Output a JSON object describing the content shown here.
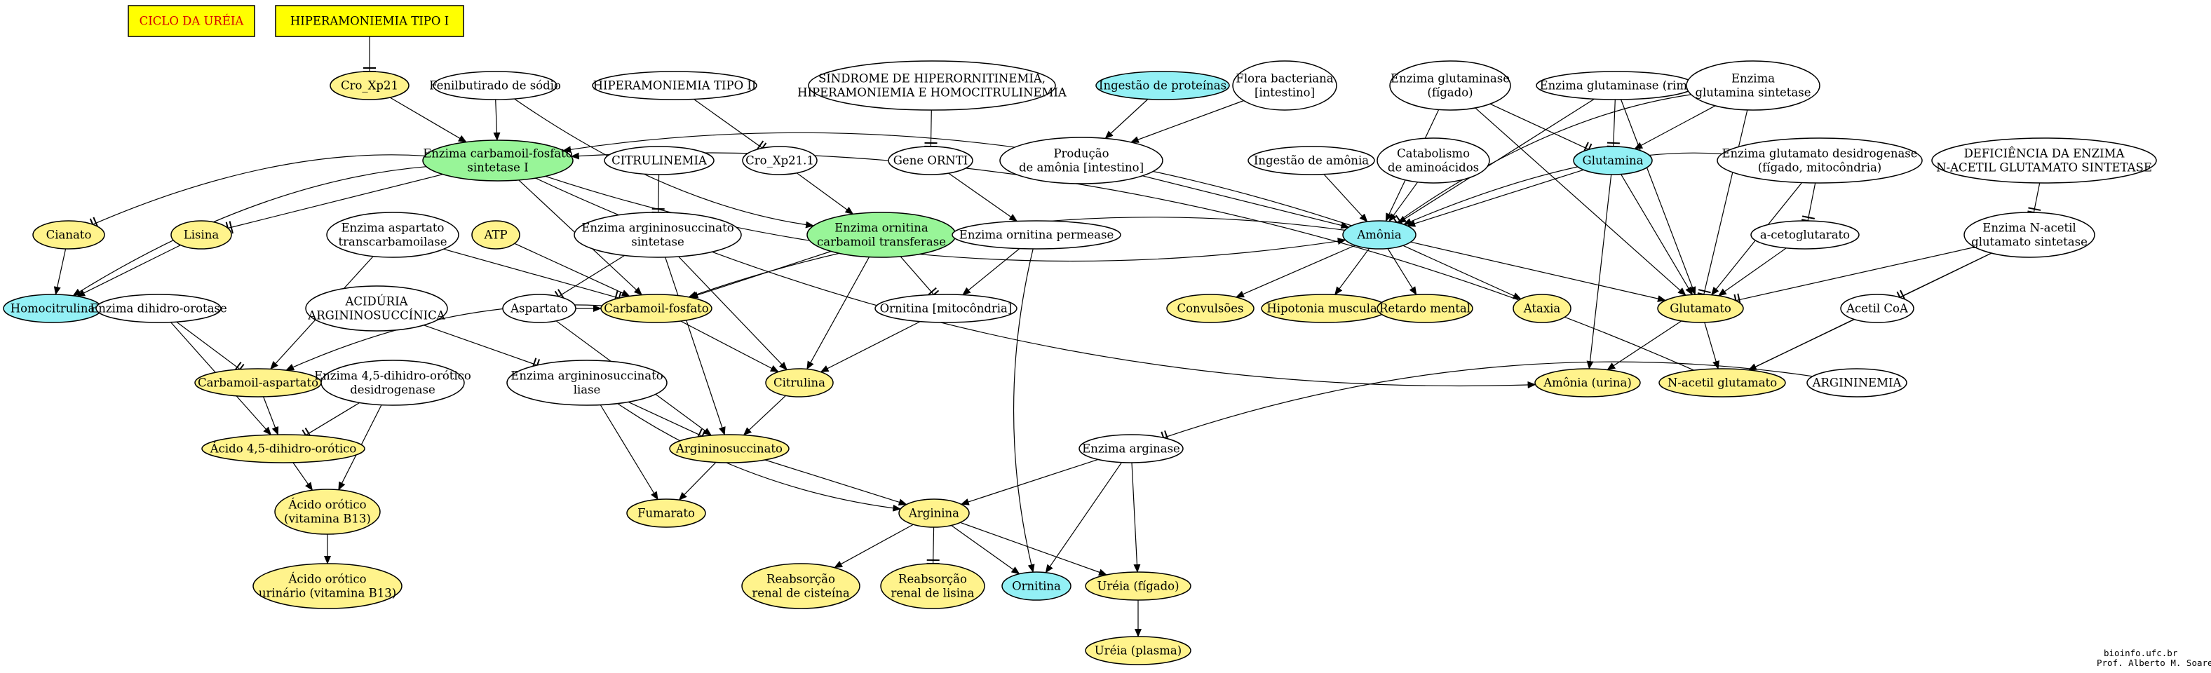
{
  "colors": {
    "yellow": "#fff38c",
    "green": "#98f598",
    "cyan": "#93f0f5",
    "white": "#ffffff",
    "title_text": "#d40000",
    "title_box": "#ffff00"
  },
  "nodes": [
    {
      "id": "ciclo",
      "lines": [
        "CICLO DA URÉIA"
      ],
      "shape": "box",
      "fill": "title_box",
      "text_color": "red"
    },
    {
      "id": "hiper1",
      "lines": [
        "HIPERAMONIEMIA TIPO I"
      ],
      "shape": "box",
      "fill": "title_box",
      "text_color": "black"
    },
    {
      "id": "cro21",
      "lines": [
        "Cro_Xp21"
      ],
      "fill": "yellow"
    },
    {
      "id": "fenil",
      "lines": [
        "Fenilbutirado de sódio"
      ],
      "fill": "white"
    },
    {
      "id": "hiper2",
      "lines": [
        "HIPERAMONIEMIA TIPO II"
      ],
      "fill": "white"
    },
    {
      "id": "sindrome",
      "lines": [
        "SÍNDROME DE HIPERORNITINEMIA,",
        "HIPERAMONIEMIA E HOMOCITRULINEMIA"
      ],
      "fill": "white"
    },
    {
      "id": "ingprot",
      "lines": [
        "Ingestão de proteínas"
      ],
      "fill": "cyan"
    },
    {
      "id": "flora",
      "lines": [
        "Flora bacteriana",
        "[intestino]"
      ],
      "fill": "white"
    },
    {
      "id": "glutfig",
      "lines": [
        "Enzima glutaminase",
        "(fígado)"
      ],
      "fill": "white"
    },
    {
      "id": "glutrim",
      "lines": [
        "Enzima glutaminase (rim)"
      ],
      "fill": "white"
    },
    {
      "id": "glutsin",
      "lines": [
        "Enzima",
        "glutamina sintetase"
      ],
      "fill": "white"
    },
    {
      "id": "cps",
      "lines": [
        "Enzima carbamoil-fosfato",
        "sintetase I"
      ],
      "fill": "green"
    },
    {
      "id": "citrulinemia",
      "lines": [
        "CITRULINEMIA"
      ],
      "fill": "white"
    },
    {
      "id": "cro211",
      "lines": [
        "Cro_Xp21.1"
      ],
      "fill": "white"
    },
    {
      "id": "geneornti",
      "lines": [
        "Gene ORNTI"
      ],
      "fill": "white"
    },
    {
      "id": "prodam",
      "lines": [
        "Produção",
        "de amônia [intestino]"
      ],
      "fill": "white"
    },
    {
      "id": "ingam",
      "lines": [
        "Ingestão de amônia"
      ],
      "fill": "white"
    },
    {
      "id": "catab",
      "lines": [
        "Catabolismo",
        "de aminoácidos"
      ],
      "fill": "white"
    },
    {
      "id": "glutamina",
      "lines": [
        "Glutamina"
      ],
      "fill": "cyan"
    },
    {
      "id": "gdh",
      "lines": [
        "Enzima glutamato desidrogenase",
        "(fígado, mitocôndria)"
      ],
      "fill": "white"
    },
    {
      "id": "deficiencia",
      "lines": [
        "DEFICIÊNCIA DA ENZIMA",
        "N-ACETIL GLUTAMATO SINTETASE"
      ],
      "fill": "white"
    },
    {
      "id": "cianato",
      "lines": [
        "Cianato"
      ],
      "fill": "yellow"
    },
    {
      "id": "lisina",
      "lines": [
        "Lisina"
      ],
      "fill": "yellow"
    },
    {
      "id": "enzasp",
      "lines": [
        "Enzima  aspartato",
        "transcarbamoilase"
      ],
      "fill": "white"
    },
    {
      "id": "atp",
      "lines": [
        "ATP"
      ],
      "fill": "yellow"
    },
    {
      "id": "enzargsin",
      "lines": [
        "Enzima argininosuccinato",
        "sintetase"
      ],
      "fill": "white"
    },
    {
      "id": "otc",
      "lines": [
        "Enzima ornitina",
        "carbamoil transferase"
      ],
      "fill": "green"
    },
    {
      "id": "ornperm",
      "lines": [
        "Enzima ornitina permease"
      ],
      "fill": "white"
    },
    {
      "id": "amonia",
      "lines": [
        "Amônia"
      ],
      "fill": "cyan"
    },
    {
      "id": "aceto",
      "lines": [
        "a-cetoglutarato"
      ],
      "fill": "white"
    },
    {
      "id": "nags",
      "lines": [
        "Enzima N-acetil",
        "glutamato sintetase"
      ],
      "fill": "white"
    },
    {
      "id": "homocit",
      "lines": [
        "Homocitrulina"
      ],
      "fill": "cyan"
    },
    {
      "id": "dihidroor",
      "lines": [
        "Enzima dihidro-orotase"
      ],
      "fill": "white"
    },
    {
      "id": "aciduria",
      "lines": [
        "ACIDÚRIA",
        "ARGININOSUCCÍNICA"
      ],
      "fill": "white"
    },
    {
      "id": "aspartato",
      "lines": [
        "Aspartato"
      ],
      "fill": "white"
    },
    {
      "id": "carbfosf",
      "lines": [
        "Carbamoil-fosfato"
      ],
      "fill": "yellow"
    },
    {
      "id": "ornmit",
      "lines": [
        "Ornitina [mitocôndria]"
      ],
      "fill": "white"
    },
    {
      "id": "convulsoes",
      "lines": [
        "Convulsões"
      ],
      "fill": "yellow"
    },
    {
      "id": "hipotonia",
      "lines": [
        "Hipotonia muscular"
      ],
      "fill": "yellow"
    },
    {
      "id": "retardo",
      "lines": [
        "Retardo mental"
      ],
      "fill": "yellow"
    },
    {
      "id": "ataxia",
      "lines": [
        "Ataxia"
      ],
      "fill": "yellow"
    },
    {
      "id": "glutamato",
      "lines": [
        "Glutamato"
      ],
      "fill": "yellow"
    },
    {
      "id": "acetilcoa",
      "lines": [
        "Acetil CoA"
      ],
      "fill": "white"
    },
    {
      "id": "carbasp",
      "lines": [
        "Carbamoil-aspartato"
      ],
      "fill": "yellow"
    },
    {
      "id": "enz45",
      "lines": [
        "Enzima 4,5-dihidro-orótico",
        "desidrogenase"
      ],
      "fill": "white"
    },
    {
      "id": "enzargliase",
      "lines": [
        "Enzima argininosuccinato",
        "liase"
      ],
      "fill": "white"
    },
    {
      "id": "citrulina",
      "lines": [
        "Citrulina"
      ],
      "fill": "yellow"
    },
    {
      "id": "amurina",
      "lines": [
        "Amônia (urina)"
      ],
      "fill": "yellow"
    },
    {
      "id": "nacetil",
      "lines": [
        "N-acetil glutamato"
      ],
      "fill": "yellow"
    },
    {
      "id": "argininemia",
      "lines": [
        "ARGININEMIA"
      ],
      "fill": "white"
    },
    {
      "id": "acido45",
      "lines": [
        "Ácido 4,5-dihidro-orótico"
      ],
      "fill": "yellow"
    },
    {
      "id": "argsucc",
      "lines": [
        "Argininosuccinato"
      ],
      "fill": "yellow"
    },
    {
      "id": "arginase",
      "lines": [
        "Enzima arginase"
      ],
      "fill": "white"
    },
    {
      "id": "orotico",
      "lines": [
        "Ácido orótico",
        "(vitamina B13)"
      ],
      "fill": "yellow"
    },
    {
      "id": "fumarato",
      "lines": [
        "Fumarato"
      ],
      "fill": "yellow"
    },
    {
      "id": "arginina",
      "lines": [
        "Arginina"
      ],
      "fill": "yellow"
    },
    {
      "id": "oroturin",
      "lines": [
        "Ácido orótico",
        "urinário (vitamina B13)"
      ],
      "fill": "yellow"
    },
    {
      "id": "reabcis",
      "lines": [
        "Reabsorção",
        "renal de cisteína"
      ],
      "fill": "yellow"
    },
    {
      "id": "reablis",
      "lines": [
        "Reabsorção",
        "renal de lisina"
      ],
      "fill": "yellow"
    },
    {
      "id": "ornitina",
      "lines": [
        "Ornitina"
      ],
      "fill": "cyan"
    },
    {
      "id": "ureiafig",
      "lines": [
        "Uréia (fígado)"
      ],
      "fill": "yellow"
    },
    {
      "id": "ureiapla",
      "lines": [
        "Uréia (plasma)"
      ],
      "fill": "yellow"
    }
  ],
  "edges": [
    [
      "hiper1",
      "cro21",
      "inhibit"
    ],
    [
      "cro21",
      "cps",
      "arrow"
    ],
    [
      "fenil",
      "cps",
      "arrow"
    ],
    [
      "hiper2",
      "cro211",
      "inhibit"
    ],
    [
      "cro211",
      "otc",
      "arrow"
    ],
    [
      "sindrome",
      "geneornti",
      "inhibit"
    ],
    [
      "fenil",
      "otc",
      "arrow"
    ],
    [
      "geneornti",
      "ornperm",
      "arrow"
    ],
    [
      "ingprot",
      "prodam",
      "arrow"
    ],
    [
      "flora",
      "prodam",
      "arrow"
    ],
    [
      "prodam",
      "amonia",
      "arrow"
    ],
    [
      "ingam",
      "amonia",
      "arrow"
    ],
    [
      "catab",
      "amonia",
      "arrow"
    ],
    [
      "glutfig",
      "amonia",
      "arrow"
    ],
    [
      "glutfig",
      "glutamato",
      "arrow"
    ],
    [
      "glutfig",
      "glutamina",
      "inhibit"
    ],
    [
      "glutrim",
      "glutamina",
      "inhibit"
    ],
    [
      "glutrim",
      "amonia",
      "arrow"
    ],
    [
      "glutrim",
      "glutamato",
      "arrow"
    ],
    [
      "glutsin",
      "glutamina",
      "arrow"
    ],
    [
      "glutsin",
      "glutamato",
      "inhibit"
    ],
    [
      "glutsin",
      "amonia",
      "inhibit"
    ],
    [
      "glutamina",
      "glutamato",
      "arrow"
    ],
    [
      "glutamina",
      "amurina",
      "arrow"
    ],
    [
      "glutamina",
      "amonia",
      "arrow"
    ],
    [
      "gdh",
      "amonia",
      "arrow"
    ],
    [
      "gdh",
      "glutamato",
      "arrow"
    ],
    [
      "gdh",
      "aceto",
      "inhibit"
    ],
    [
      "aceto",
      "glutamato",
      "arrow"
    ],
    [
      "deficiencia",
      "nags",
      "inhibit"
    ],
    [
      "nags",
      "glutamato",
      "inhibit"
    ],
    [
      "nags",
      "acetilcoa",
      "inhibit"
    ],
    [
      "nags",
      "nacetil",
      "arrow"
    ],
    [
      "acetilcoa",
      "nacetil",
      "arrow"
    ],
    [
      "glutamato",
      "nacetil",
      "arrow"
    ],
    [
      "glutamato",
      "amurina",
      "arrow"
    ],
    [
      "amonia",
      "convulsoes",
      "arrow"
    ],
    [
      "amonia",
      "hipotonia",
      "arrow"
    ],
    [
      "amonia",
      "retardo",
      "arrow"
    ],
    [
      "amonia",
      "ataxia",
      "arrow"
    ],
    [
      "amonia",
      "glutamato",
      "arrow"
    ],
    [
      "amonia",
      "carbfosf",
      "arrow"
    ],
    [
      "amonia",
      "cps",
      "arrow"
    ],
    [
      "cps",
      "amonia",
      "arrow"
    ],
    [
      "cps",
      "cianato",
      "inhibit"
    ],
    [
      "cps",
      "lisina",
      "inhibit"
    ],
    [
      "cps",
      "homocit",
      "arrow"
    ],
    [
      "cps",
      "carbfosf",
      "arrow"
    ],
    [
      "cianato",
      "homocit",
      "arrow"
    ],
    [
      "lisina",
      "homocit",
      "arrow"
    ],
    [
      "nacetil",
      "cps",
      "arrow"
    ],
    [
      "atp",
      "carbfosf",
      "arrow"
    ],
    [
      "enzasp",
      "carbfosf",
      "inhibit"
    ],
    [
      "enzasp",
      "carbasp",
      "arrow"
    ],
    [
      "citrulinemia",
      "enzargsin",
      "inhibit"
    ],
    [
      "enzargsin",
      "aspartato",
      "inhibit"
    ],
    [
      "enzargsin",
      "argsucc",
      "arrow"
    ],
    [
      "enzargsin",
      "citrulina",
      "arrow"
    ],
    [
      "aspartato",
      "carbfosf",
      "arrow"
    ],
    [
      "aspartato",
      "argsucc",
      "arrow"
    ],
    [
      "carbfosf",
      "carbasp",
      "arrow"
    ],
    [
      "carbfosf",
      "citrulina",
      "arrow"
    ],
    [
      "otc",
      "citrulina",
      "arrow"
    ],
    [
      "otc",
      "carbfosf",
      "arrow"
    ],
    [
      "otc",
      "ornmit",
      "inhibit"
    ],
    [
      "ornperm",
      "ornmit",
      "arrow"
    ],
    [
      "ornperm",
      "ornitina",
      "arrow"
    ],
    [
      "ornmit",
      "citrulina",
      "arrow"
    ],
    [
      "cps",
      "amurina",
      "arrow"
    ],
    [
      "dihidroor",
      "carbasp",
      "inhibit"
    ],
    [
      "dihidroor",
      "acido45",
      "arrow"
    ],
    [
      "carbasp",
      "acido45",
      "arrow"
    ],
    [
      "enz45",
      "acido45",
      "inhibit"
    ],
    [
      "enz45",
      "orotico",
      "arrow"
    ],
    [
      "acido45",
      "orotico",
      "arrow"
    ],
    [
      "orotico",
      "oroturin",
      "arrow"
    ],
    [
      "aciduria",
      "enzargliase",
      "inhibit"
    ],
    [
      "enzargliase",
      "argsucc",
      "inhibit"
    ],
    [
      "enzargliase",
      "fumarato",
      "arrow"
    ],
    [
      "enzargliase",
      "arginina",
      "arrow"
    ],
    [
      "citrulina",
      "argsucc",
      "arrow"
    ],
    [
      "argsucc",
      "fumarato",
      "arrow"
    ],
    [
      "argsucc",
      "arginina",
      "arrow"
    ],
    [
      "argininemia",
      "arginase",
      "inhibit"
    ],
    [
      "arginase",
      "arginina",
      "arrow"
    ],
    [
      "arginase",
      "ornitina",
      "arrow"
    ],
    [
      "arginase",
      "ureiafig",
      "arrow"
    ],
    [
      "arginina",
      "reabcis",
      "arrow"
    ],
    [
      "arginina",
      "reablis",
      "inhibit"
    ],
    [
      "arginina",
      "ornitina",
      "arrow"
    ],
    [
      "arginina",
      "ureiafig",
      "arrow"
    ],
    [
      "ureiafig",
      "ureiapla",
      "arrow"
    ]
  ],
  "credit": [
    "bioinfo.ufc.br",
    "Prof. Alberto M. Soares"
  ]
}
